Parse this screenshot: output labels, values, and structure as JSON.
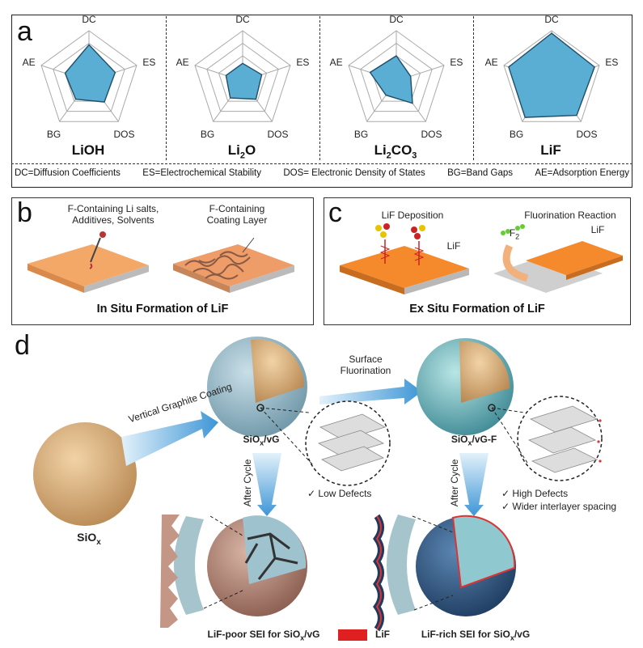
{
  "panel_a": {
    "letter": "a",
    "axes": [
      "DC",
      "ES",
      "DOS",
      "BG",
      "AE"
    ],
    "charts": [
      {
        "title": "LiOH",
        "values": [
          0.72,
          0.55,
          0.52,
          0.45,
          0.5
        ]
      },
      {
        "title": "Li2O",
        "values": [
          0.35,
          0.4,
          0.45,
          0.42,
          0.35
        ]
      },
      {
        "title": "Li2CO3",
        "values": [
          0.5,
          0.3,
          0.55,
          0.35,
          0.55
        ]
      },
      {
        "title": "LiF",
        "values": [
          0.95,
          0.9,
          0.85,
          0.9,
          0.9
        ]
      }
    ],
    "legend": [
      "DC=Diffusion Coefficients",
      "ES=Electrochemical Stability",
      "DOS= Electronic Density of States",
      "BG=Band Gaps",
      "AE=Adsorption Energy"
    ]
  },
  "panel_b": {
    "letter": "b",
    "left_label": "F-Containing Li salts, Additives, Solvents",
    "right_label": "F-Containing Coating Layer",
    "caption": "In Situ Formation of LiF"
  },
  "panel_c": {
    "letter": "c",
    "left_label": "LiF Deposition",
    "left_layer": "LiF",
    "right_label": "Fluorination Reaction",
    "gas": "F2",
    "right_layer": "LiF",
    "caption": "Ex Situ Formation of LiF"
  },
  "panel_d": {
    "letter": "d",
    "siox": "SiOx",
    "arrow1": "Vertical Graphite Coating",
    "siox_vg": "SiOx/vG",
    "arrow2": "Surface Fluorination",
    "siox_vgf": "SiOx/vG-F",
    "after_cycle_left": "After Cycle",
    "after_cycle_right": "After Cycle",
    "low_defects": "✓  Low Defects",
    "high_defects": "✓  High Defects",
    "wider": "✓  Wider interlayer spacing",
    "poor_sei": "LiF-poor SEI for SiOx/vG",
    "rich_sei": "LiF-rich SEI for SiOx/vG",
    "lif_legend": "LiF"
  },
  "colors": {
    "radar_fill": "#5aaed3",
    "orange": "#f2a35e",
    "core": "#e6b985",
    "shell_blue": "#8fb8c8",
    "sei_brown": "#b88a77",
    "sei_navy": "#2f5b86",
    "lif_red": "#e02020",
    "arrow_blue": "#4a9fd8"
  }
}
